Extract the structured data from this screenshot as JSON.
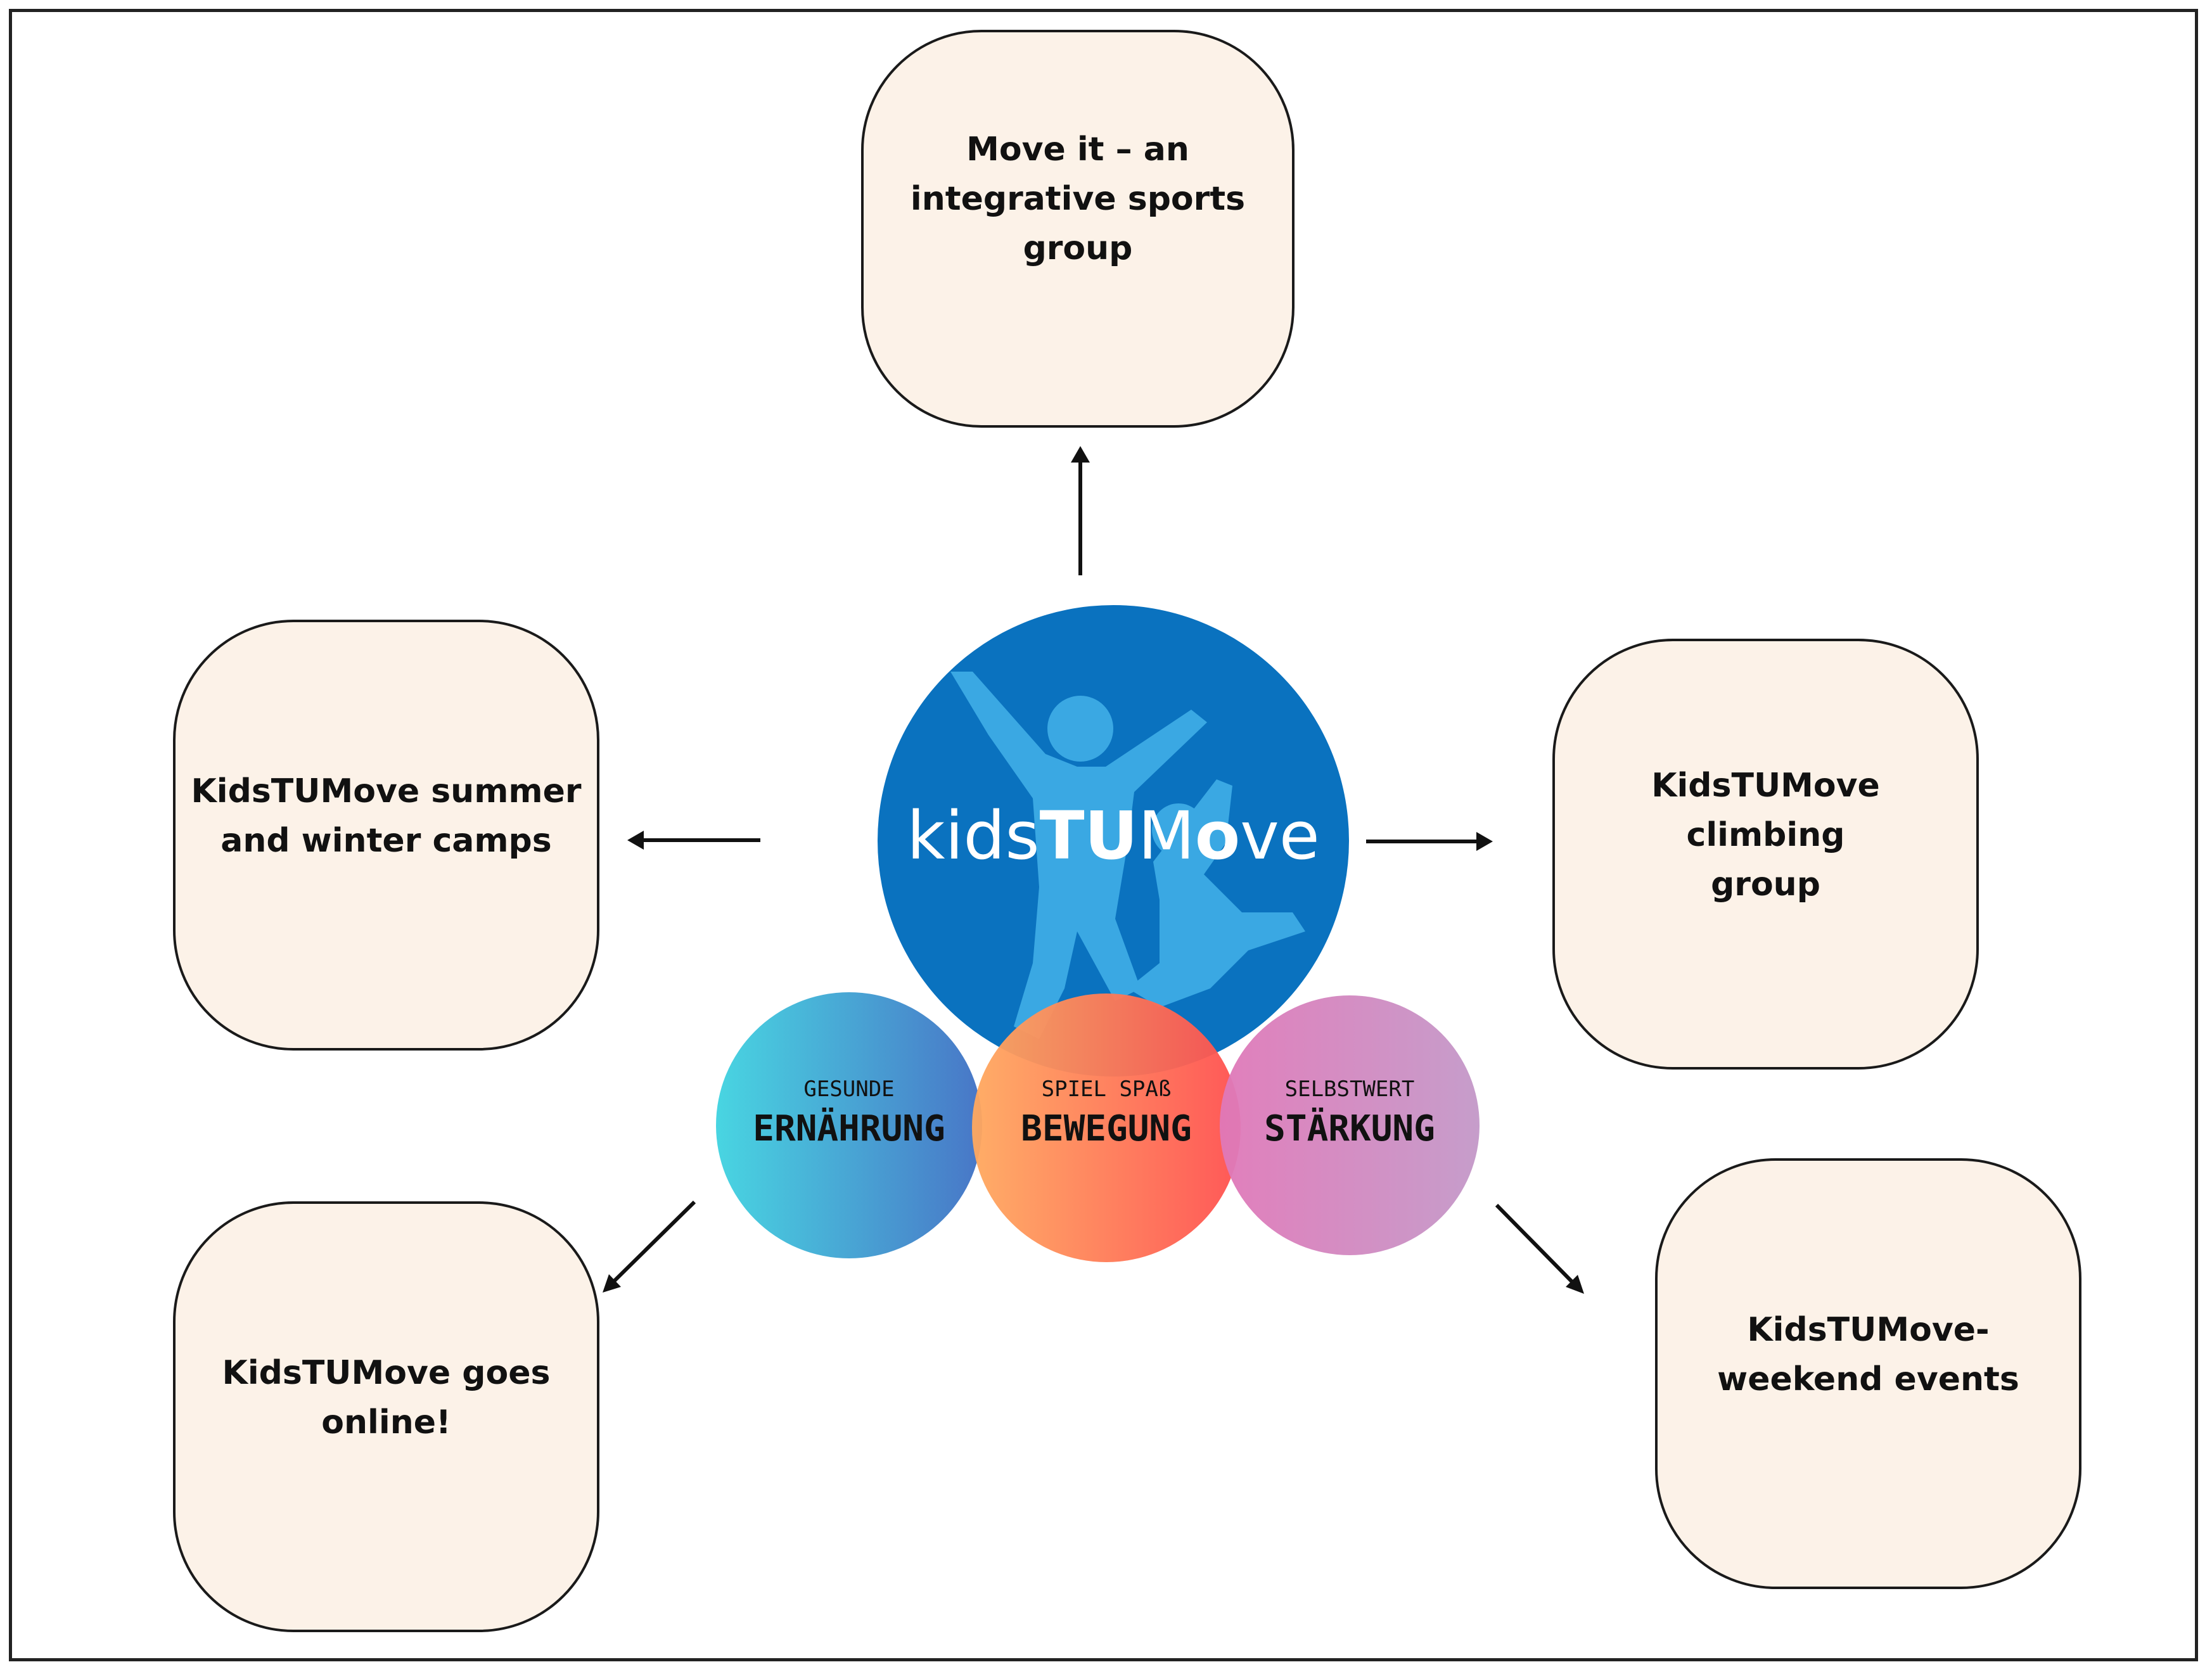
{
  "boxes": {
    "top": "Move it – an\nintegrative sports\ngroup",
    "left": "KidsTUMove summer\nand winter camps",
    "right": "KidsTUMove climbing\ngroup",
    "bottom_left": "KidsTUMove goes\nonline!",
    "bottom_right": "KidsTUMove-\nweekend events"
  },
  "logo": {
    "text_kids": "kids",
    "text_tu": "TU",
    "text_m": "M",
    "text_o": "o",
    "text_ve": "ve"
  },
  "pillars": [
    {
      "line1": "GESUNDE",
      "line2": "ERNÄHRUNG"
    },
    {
      "line1": "SPIEL SPAß",
      "line2": "BEWEGUNG"
    },
    {
      "line1": "SELBSTWERT",
      "line2": "STÄRKUNG"
    }
  ],
  "colors": {
    "logo_blue": "#0a72bf",
    "silhouette": "#3aa8e3",
    "box_fill": "#fcf2e8"
  }
}
